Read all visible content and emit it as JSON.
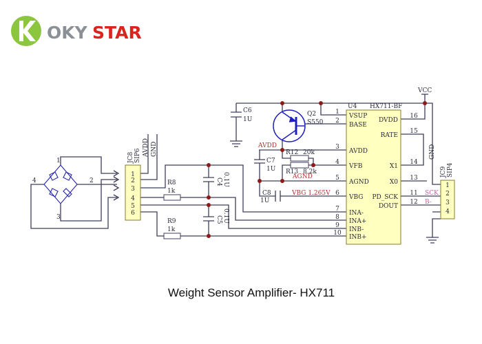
{
  "logo": {
    "brand_part1": "OKY",
    "brand_part2": "STAR",
    "gray": "#8a9096",
    "red": "#d8261e",
    "green": "#8cc63f"
  },
  "caption": "Weight Sensor Amplifier- HX711",
  "colors": {
    "wire": "#3d3d5c",
    "chip_fill": "#ffffc0",
    "junction": "#8b1a1a",
    "transistor": "#2020c0"
  },
  "ic": {
    "ref": "U4",
    "part": "HX711-BF",
    "left_pins": [
      {
        "num": "1",
        "name": "VSUP"
      },
      {
        "num": "2",
        "name": "BASE"
      },
      {
        "num": "3",
        "name": "AVDD"
      },
      {
        "num": "4",
        "name": "VFB"
      },
      {
        "num": "5",
        "name": "AGND"
      },
      {
        "num": "6",
        "name": "VBG"
      },
      {
        "num": "7",
        "name": "INA-"
      },
      {
        "num": "8",
        "name": "INA+"
      },
      {
        "num": "9",
        "name": "INB-"
      },
      {
        "num": "10",
        "name": "INB+"
      }
    ],
    "right_pins": [
      {
        "num": "16",
        "name": "DVDD"
      },
      {
        "num": "15",
        "name": "RATE"
      },
      {
        "num": "14",
        "name": "X1"
      },
      {
        "num": "13",
        "name": "X0"
      },
      {
        "num": "11",
        "name": "PD_SCK"
      },
      {
        "num": "12",
        "name": "DOUT"
      }
    ]
  },
  "labels": {
    "vcc": "VCC",
    "gnd": "GND",
    "avdd": "AVDD",
    "agnd": "AGND",
    "vbg": "VBG 1.265V",
    "sck": "SCK",
    "b_minus": "B-"
  },
  "components": {
    "c6": {
      "ref": "C6",
      "value": "1U"
    },
    "c7": {
      "ref": "C7",
      "value": "1U"
    },
    "c8": {
      "ref": "C8",
      "value": "1U"
    },
    "c4": {
      "ref": "C4",
      "value": "0.1U"
    },
    "c5": {
      "ref": "C5",
      "value": "0.1U"
    },
    "q2": {
      "ref": "Q2",
      "value": "S550"
    },
    "r12": {
      "ref": "R12",
      "value": "20k"
    },
    "r13": {
      "ref": "R13",
      "value": "8.2k"
    },
    "r8": {
      "ref": "R8",
      "value": "1k"
    },
    "r9": {
      "ref": "R9",
      "value": "1k"
    }
  },
  "jc8": {
    "ref": "JC8",
    "type": "SIP6",
    "pins": [
      "1",
      "2",
      "3",
      "4",
      "5",
      "6"
    ],
    "avdd": "AVDD",
    "gnd": "GND"
  },
  "jc9": {
    "ref": "JC9",
    "type": "SIP4",
    "pins": [
      "1",
      "2",
      "3",
      "4"
    ]
  },
  "bridge": {
    "node_left": "4",
    "node_right": "2",
    "node_top": "1",
    "node_bottom": "3"
  }
}
